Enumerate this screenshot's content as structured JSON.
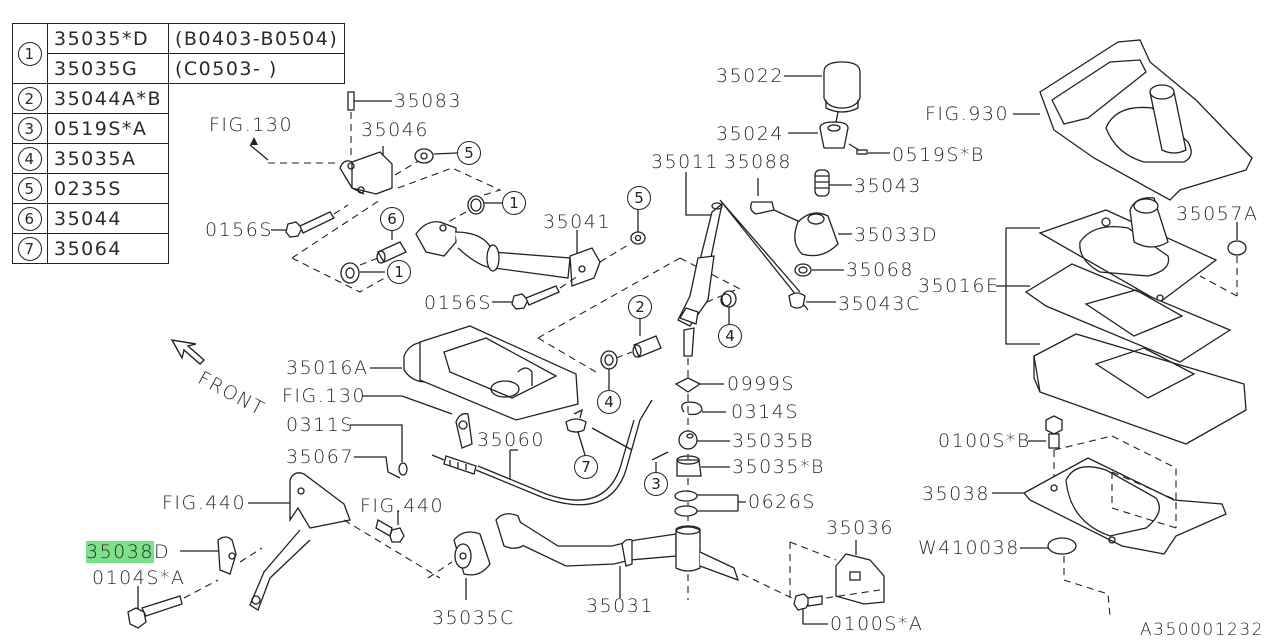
{
  "diagram": {
    "title": "Manual transmission shift lever assembly parts diagram",
    "diagram_id": "A350001232",
    "highlight_color": "#7ee08b",
    "legend": [
      {
        "key": "1",
        "rows": [
          {
            "part": "35035*D",
            "range": "(B0403-B0504)"
          },
          {
            "part": "35035G",
            "range": "(C0503-          )"
          }
        ]
      },
      {
        "key": "2",
        "rows": [
          {
            "part": "35044A*B"
          }
        ]
      },
      {
        "key": "3",
        "rows": [
          {
            "part": "0519S*A"
          }
        ]
      },
      {
        "key": "4",
        "rows": [
          {
            "part": "35035A"
          }
        ]
      },
      {
        "key": "5",
        "rows": [
          {
            "part": "0235S"
          }
        ]
      },
      {
        "key": "6",
        "rows": [
          {
            "part": "35044"
          }
        ]
      },
      {
        "key": "7",
        "rows": [
          {
            "part": "35064"
          }
        ]
      }
    ],
    "labels": {
      "p35083": "35083",
      "fig130_top": "FIG.130",
      "p35046": "35046",
      "p0156s_a": "0156S",
      "p35041": "35041",
      "p0156s_b": "0156S",
      "p35022": "35022",
      "p35024": "35024",
      "p0519sb": "0519S*B",
      "p35011": "35011",
      "p35088": "35088",
      "p35043": "35043",
      "p35033d": "35033D",
      "p35068": "35068",
      "p35043c": "35043C",
      "fig930": "FIG.930",
      "p35057a": "35057A",
      "p35016e": "35016E",
      "front": "FRONT",
      "p35016a": "35016A",
      "fig130_mid": "FIG.130",
      "p0311s": "0311S",
      "p35067": "35067",
      "p35060": "35060",
      "p0999s": "0999S",
      "p0314s": "0314S",
      "p35035b": "35035B",
      "p35035sb": "35035*B",
      "p0626s": "0626S",
      "fig440_a": "FIG.440",
      "fig440_b": "FIG.440",
      "p35038d_hl": "35038",
      "p35038d_suffix": "D",
      "p0104sa": "0104S*A",
      "p35035c": "35035C",
      "p35031": "35031",
      "p35036": "35036",
      "p0100sa": "0100S*A",
      "p0100sb": "0100S*B",
      "p35038": "35038",
      "w410038": "W410038"
    },
    "callouts": {
      "c5a": "5",
      "c1a": "1",
      "c6": "6",
      "c1b": "1",
      "c5b": "5",
      "c2": "2",
      "c4a": "4",
      "c4b": "4",
      "c7": "7",
      "c3": "3"
    }
  }
}
